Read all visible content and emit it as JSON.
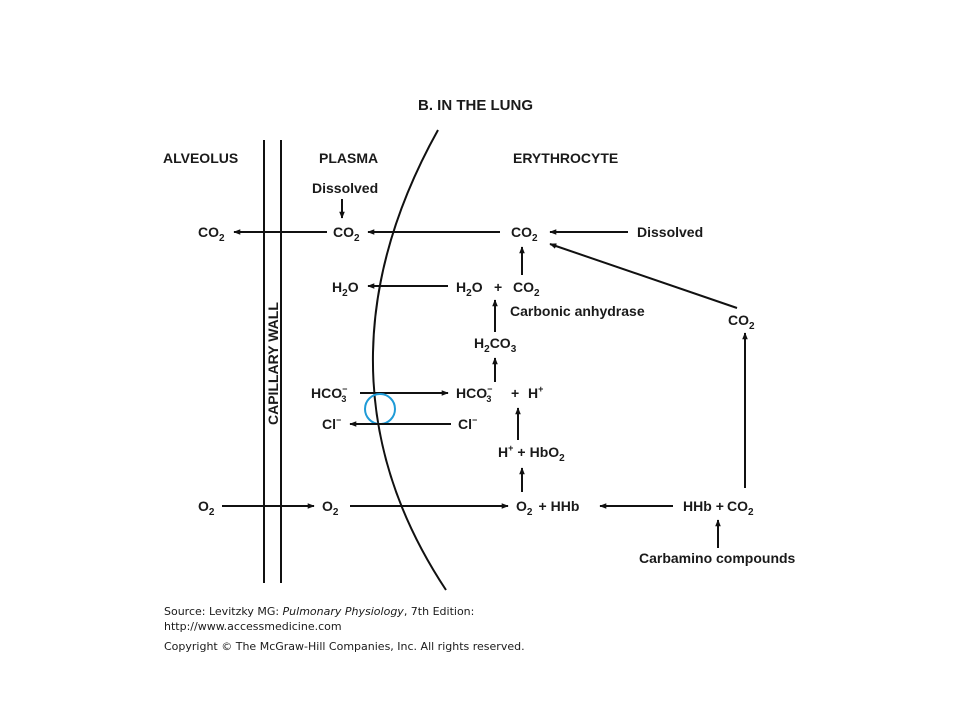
{
  "title": {
    "prefix": "B.",
    "text": "IN THE LUNG"
  },
  "headers": {
    "alveolus": "ALVEOLUS",
    "plasma": "PLASMA",
    "erythrocyte": "ERYTHROCYTE"
  },
  "capillary_wall": "CAPILLARY WALL",
  "labels": {
    "dissolved_plasma": "Dissolved",
    "dissolved_rbc": "Dissolved",
    "carbonic_anhydrase": "Carbonic anhydrase",
    "carbamino": "Carbamino compounds"
  },
  "species": {
    "co2_base": "CO",
    "co2_sub": "2",
    "o2_base": "O",
    "o2_sub": "2",
    "h2o_pre": "H",
    "h2o_sub": "2",
    "h2o_post": "O",
    "h2co3_a": "H",
    "h2co3_sub1": "2",
    "h2co3_b": "CO",
    "h2co3_sub2": "3",
    "hco3_base": "HCO",
    "hco3_sub": "3",
    "hco3_sup": "−",
    "cl_base": "Cl",
    "cl_sup": "−",
    "h_base": "H",
    "h_sup": "+",
    "hbo2_base": "HbO",
    "hbo2_sub": "2",
    "hhb": "HHb",
    "plus": "+"
  },
  "source": {
    "line1_prefix": "Source: Levitzky MG: ",
    "line1_italic": "Pulmonary Physiology",
    "line1_suffix": ", 7th Edition:",
    "line2": "http://www.accessmedicine.com",
    "line3": "Copyright © The McGraw-Hill Companies, Inc. All rights reserved."
  },
  "colors": {
    "ink": "#111111",
    "exchanger_circle": "#1f9bd7"
  }
}
